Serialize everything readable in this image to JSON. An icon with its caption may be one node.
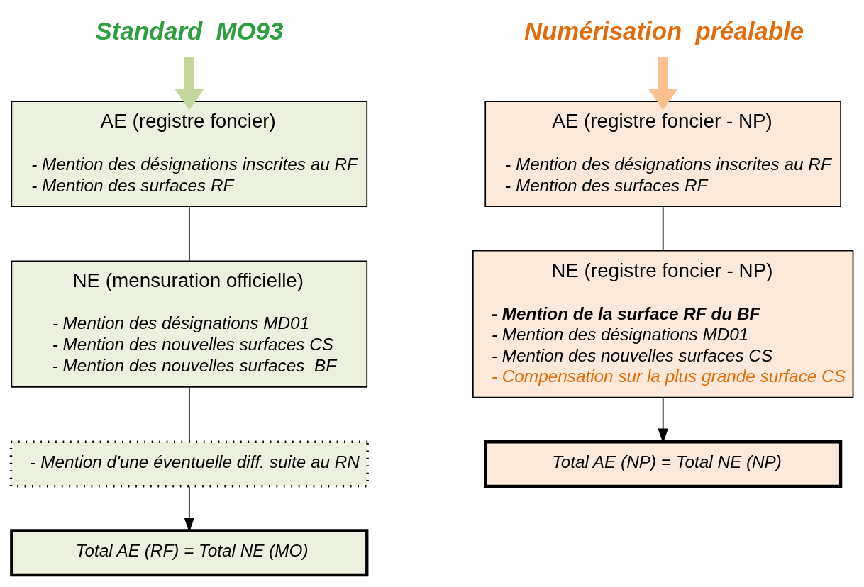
{
  "diagram": {
    "nodes": [
      {
        "text": [
          "Standard  MO93"
        ]
      },
      {
        "text": [
          "AE (registre foncier)",
          "- Mention des désignations inscrites au RF",
          "- Mention des surfaces RF"
        ]
      },
      {
        "text": [
          "NE (mensuration officielle)",
          "- Mention des désignations MD01",
          "- Mention des nouvelles surfaces CS",
          "- Mention des nouvelles surfaces  BF"
        ]
      },
      {
        "text": [
          "- Mention d'une éventuelle diff. suite au RN"
        ]
      },
      {
        "text": [
          "Total AE (RF) = Total NE (MO)"
        ]
      },
      {
        "text": [
          "Numérisation  préalable"
        ]
      },
      {
        "text": [
          "AE (registre foncier - NP)",
          "- Mention des désignations inscrites au RF",
          "- Mention des surfaces RF"
        ]
      },
      {
        "text": [
          "NE (registre foncier - NP)",
          "- Mention de la surface RF du BF",
          "- Mention des désignations MD01",
          "- Mention des nouvelles surfaces CS",
          "- Compensation sur la plus grande surface CS"
        ]
      },
      {
        "text": [
          "Total AE (NP) = Total NE (NP)"
        ]
      }
    ],
    "edges": [
      {
        "from": 0,
        "to": 1,
        "arrow": "to",
        "style": "thick",
        "color": "#c3d69b"
      },
      {
        "from": 1,
        "to": 2,
        "arrow": "none"
      },
      {
        "from": 2,
        "to": 3,
        "arrow": "none"
      },
      {
        "from": 3,
        "to": 4,
        "arrow": "to"
      },
      {
        "from": 5,
        "to": 6,
        "arrow": "to",
        "style": "thick",
        "color": "#fac090"
      },
      {
        "from": 6,
        "to": 7,
        "arrow": "none"
      },
      {
        "from": 7,
        "to": 8,
        "arrow": "to"
      }
    ]
  }
}
